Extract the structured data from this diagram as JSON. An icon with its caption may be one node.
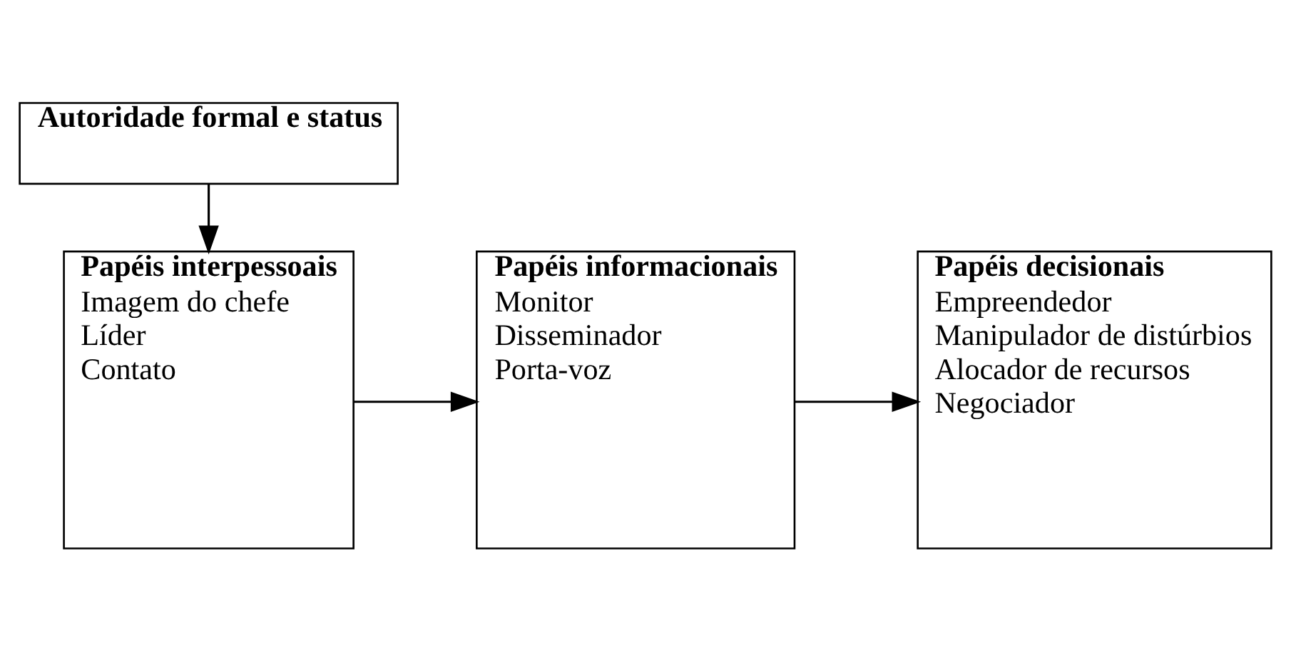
{
  "diagram": {
    "nodes": [
      {
        "text": [
          "Autoridade formal e status"
        ]
      },
      {
        "text": [
          "Papéis interpessoais",
          "Imagem do chefe",
          "Líder",
          "Contato"
        ]
      },
      {
        "text": [
          "Papéis informacionais",
          "Monitor",
          "Disseminador",
          "Porta-voz"
        ]
      },
      {
        "text": [
          "Papéis decisionais",
          "Empreendedor",
          "Manipulador de distúrbios",
          "Alocador de recursos",
          "Negociador"
        ]
      }
    ],
    "edges": [
      {
        "from": 0,
        "to": 1,
        "arrow": "to"
      },
      {
        "from": 1,
        "to": 2,
        "arrow": "to"
      },
      {
        "from": 2,
        "to": 3,
        "arrow": "to"
      }
    ]
  }
}
